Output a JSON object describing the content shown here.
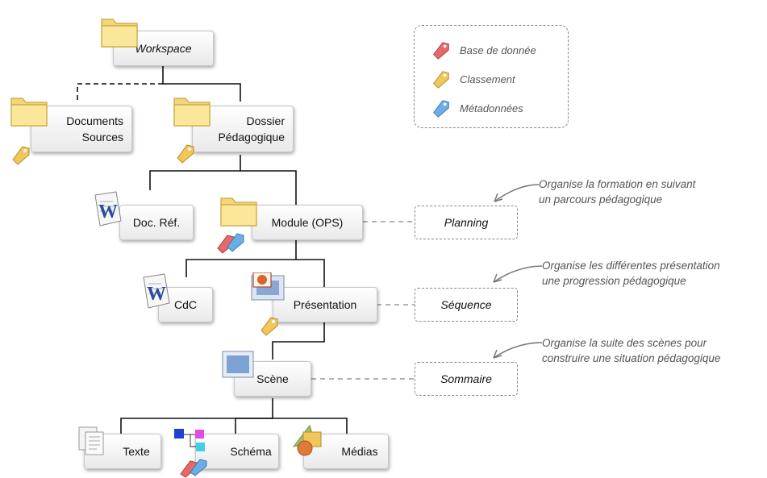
{
  "nodes": {
    "workspace": "Workspace",
    "documents_sources": [
      "Documents",
      "Sources"
    ],
    "dossier_pedagogique": [
      "Dossier",
      "Pédagogique"
    ],
    "doc_ref": "Doc. Réf.",
    "module": "Module (OPS)",
    "cdc": "CdC",
    "presentation": "Présentation",
    "scene": "Scène",
    "texte": "Texte",
    "schema": "Schéma",
    "medias": "Médias"
  },
  "views": {
    "planning": "Planning",
    "sequence": "Séquence",
    "sommaire": "Sommaire"
  },
  "notes": {
    "planning": [
      "Organise la formation en suivant",
      "un parcours  pédagogique"
    ],
    "sequence": [
      "Organise les différentes présentation",
      "une progression pédagogique"
    ],
    "sommaire": [
      "Organise la suite des scènes pour",
      "construire une situation pédagogique"
    ]
  },
  "legend": [
    {
      "label": "Base de donnée",
      "color": "#e8696a"
    },
    {
      "label": "Classement",
      "color": "#f1c75a"
    },
    {
      "label": "Métadonnées",
      "color": "#6aaee8"
    }
  ]
}
